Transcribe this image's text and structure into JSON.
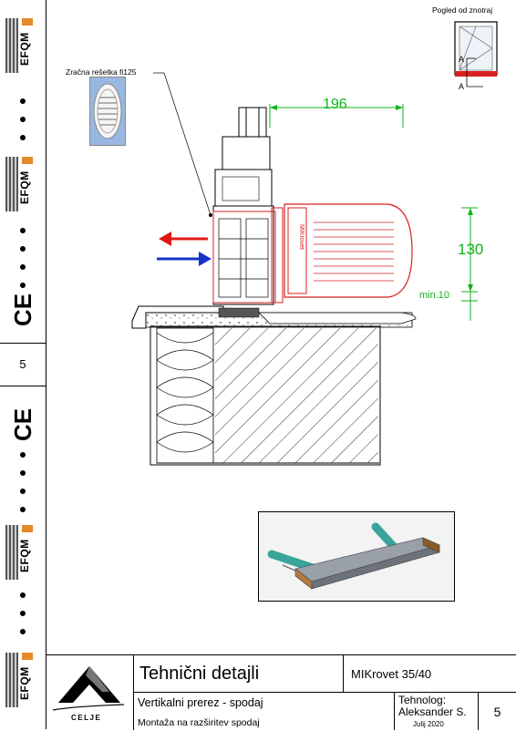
{
  "sidebar": {
    "efqm_label": "EFQM",
    "ce_mark": "CE",
    "page_number": "5"
  },
  "legend": {
    "view_label": "Pogled od znotraj",
    "section_mark": "A"
  },
  "drawing": {
    "grille_label": "Zračna rešetka fi125",
    "dim_width": "196",
    "dim_height": "130",
    "dim_min": "min.10",
    "unit_brand": "MIKrovet"
  },
  "titleblock": {
    "company": "CELJE",
    "title": "Tehnični detajli",
    "product": "MIKrovet 35/40",
    "section": "Vertikalni prerez - spodaj",
    "mounting": "Montaža na razširitev spodaj",
    "technologist_label": "Tehnolog:",
    "technologist_name": "Aleksander S.",
    "date": "Julij 2020",
    "page": "5"
  },
  "colors": {
    "dimension": "#11b31b",
    "unit_red": "#d92020",
    "arrow_red": "#e01818",
    "arrow_blue": "#1633c8",
    "efqm_orange": "#e58a2a"
  }
}
